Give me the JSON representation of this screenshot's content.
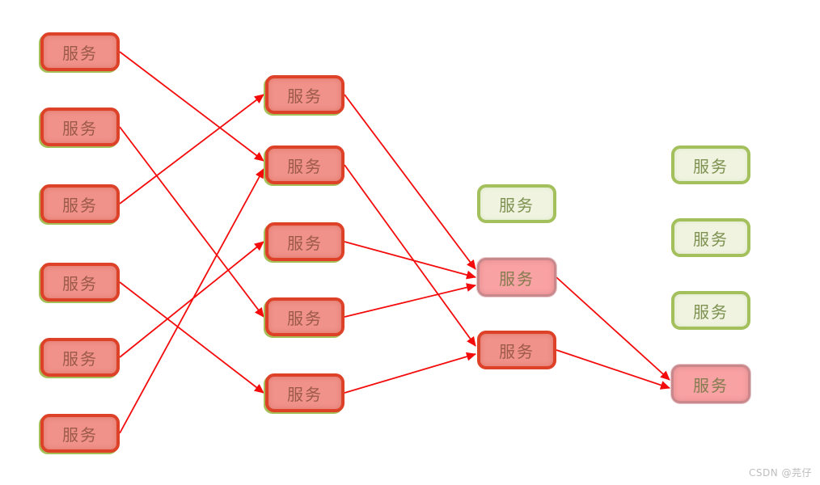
{
  "diagram": {
    "description_label": "service-dependency-cascade"
  },
  "columns": [
    {
      "name": "col-1",
      "nodes": [
        {
          "id": "c1b1",
          "label": "服务",
          "style": "red"
        },
        {
          "id": "c1b2",
          "label": "服务",
          "style": "red"
        },
        {
          "id": "c1b3",
          "label": "服务",
          "style": "red"
        },
        {
          "id": "c1b4",
          "label": "服务",
          "style": "red"
        },
        {
          "id": "c1b5",
          "label": "服务",
          "style": "red"
        },
        {
          "id": "c1b6",
          "label": "服务",
          "style": "red"
        }
      ]
    },
    {
      "name": "col-2",
      "nodes": [
        {
          "id": "c2b1",
          "label": "服务",
          "style": "red"
        },
        {
          "id": "c2b2",
          "label": "服务",
          "style": "red"
        },
        {
          "id": "c2b3",
          "label": "服务",
          "style": "red"
        },
        {
          "id": "c2b4",
          "label": "服务",
          "style": "red"
        },
        {
          "id": "c2b5",
          "label": "服务",
          "style": "red"
        }
      ]
    },
    {
      "name": "col-3",
      "nodes": [
        {
          "id": "c3b1",
          "label": "服务",
          "style": "green"
        },
        {
          "id": "c3b2",
          "label": "服务",
          "style": "pink"
        },
        {
          "id": "c3b3",
          "label": "服务",
          "style": "red"
        }
      ]
    },
    {
      "name": "col-4",
      "nodes": [
        {
          "id": "c4b1",
          "label": "服务",
          "style": "green"
        },
        {
          "id": "c4b2",
          "label": "服务",
          "style": "green"
        },
        {
          "id": "c4b3",
          "label": "服务",
          "style": "green"
        },
        {
          "id": "c4b4",
          "label": "服务",
          "style": "pink"
        }
      ]
    }
  ],
  "edges": [
    {
      "from": "c1b1",
      "to": "c2b2"
    },
    {
      "from": "c1b6",
      "to": "c2b2"
    },
    {
      "from": "c1b2",
      "to": "c2b4"
    },
    {
      "from": "c1b3",
      "to": "c2b1"
    },
    {
      "from": "c1b4",
      "to": "c2b5"
    },
    {
      "from": "c1b5",
      "to": "c2b3"
    },
    {
      "from": "c2b1",
      "to": "c3b2"
    },
    {
      "from": "c2b3",
      "to": "c3b2"
    },
    {
      "from": "c2b4",
      "to": "c3b2"
    },
    {
      "from": "c2b2",
      "to": "c3b3"
    },
    {
      "from": "c2b5",
      "to": "c3b3"
    },
    {
      "from": "c3b2",
      "to": "c4b4"
    },
    {
      "from": "c3b3",
      "to": "c4b4"
    }
  ],
  "colors": {
    "red_fill": "#f0928a",
    "red_border": "#dd4127",
    "red_text": "#9c5a48",
    "green_fill": "#eff3e0",
    "green_border": "#a3c05c",
    "green_text": "#7d9150",
    "pink_fill": "#f8a2a4",
    "pink_border": "#c9888c",
    "pink_text": "#857c50",
    "halo_green": "#a6be58",
    "arrow": "#f40b0b"
  },
  "watermark": "CSDN @芫仔"
}
